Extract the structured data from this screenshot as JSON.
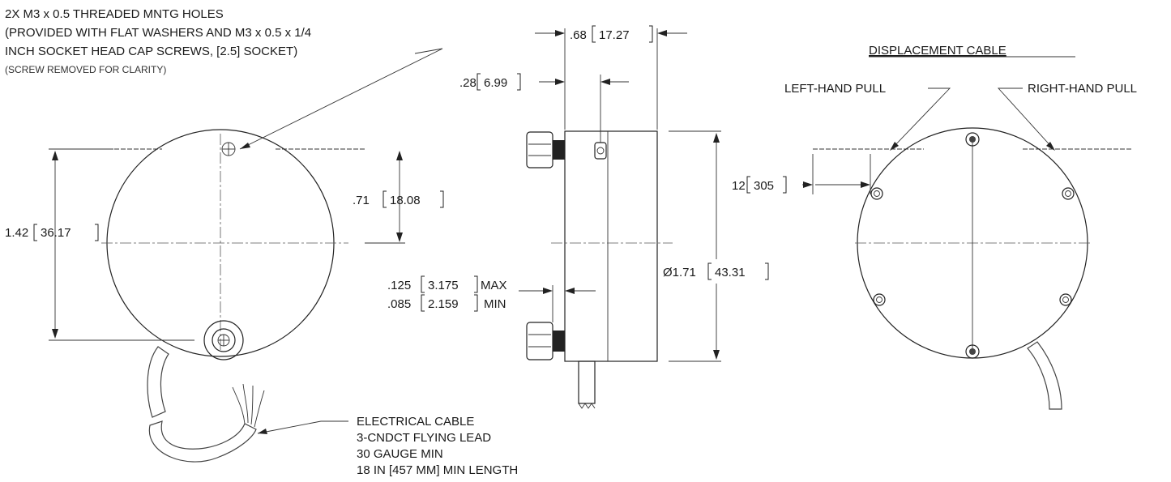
{
  "notes": {
    "holes_line1": "2X M3 x 0.5 THREADED MNTG HOLES",
    "holes_line2": "(PROVIDED WITH FLAT WASHERS AND M3 x 0.5 x 1/4",
    "holes_line3": "INCH SOCKET HEAD CAP SCREWS, [2.5] SOCKET)",
    "holes_line4": "(SCREW REMOVED FOR CLARITY)",
    "cable_line1": "ELECTRICAL CABLE",
    "cable_line2": "3-CNDCT FLYING LEAD",
    "cable_line3": "30 GAUGE MIN",
    "cable_line4": "18 IN [457 MM] MIN LENGTH"
  },
  "front_view": {
    "height_in": "1.42",
    "height_mm": "36.17",
    "half_in": ".71",
    "half_mm": "18.08"
  },
  "side_view": {
    "width_in": ".68",
    "width_mm": "17.27",
    "hole_in": ".28",
    "hole_mm": "6.99",
    "gap_max_in": ".125",
    "gap_max_mm": "3.175",
    "gap_max_suffix": "MAX",
    "gap_min_in": ".085",
    "gap_min_mm": "2.159",
    "gap_min_suffix": "MIN",
    "dia_in": "Ø1.71",
    "dia_mm": "43.31"
  },
  "displacement_view": {
    "title": "DISPLACEMENT CABLE",
    "left_label": "LEFT-HAND PULL",
    "right_label": "RIGHT-HAND PULL",
    "cable_in": "12",
    "cable_mm": "305"
  }
}
